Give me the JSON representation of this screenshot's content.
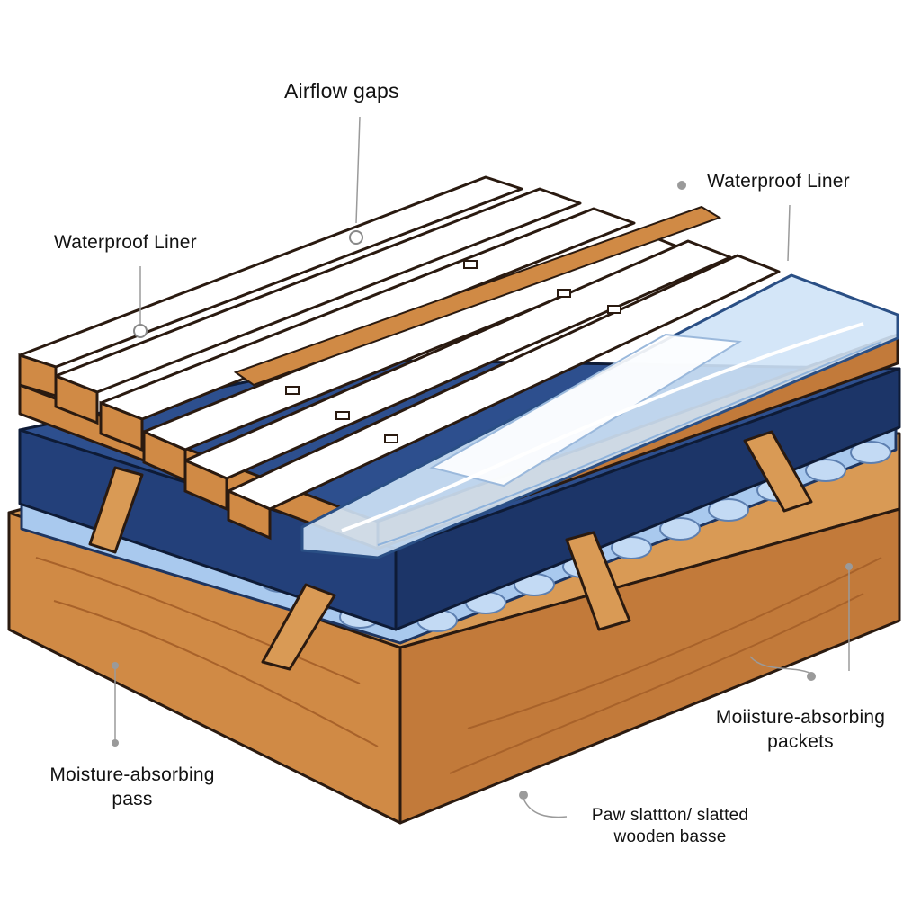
{
  "labels": {
    "airflow_gaps": "Airflow gaps",
    "waterproof_liner_right": "Waterproof Liner",
    "waterproof_liner_left": "Waterproof Liner",
    "moisture_packets": {
      "line1": "Moiisture-absorbing",
      "line2": "packets"
    },
    "moisture_pass": {
      "line1": "Moisture-absorbing",
      "line2": "pass"
    },
    "slatted_base": {
      "line1": "Paw slattton/ slatted",
      "line2": "wooden basse"
    }
  },
  "colors": {
    "wood": "#d08a45",
    "wood_dark": "#a8622a",
    "slat_top": "#ffffff",
    "mattress": "#23407a",
    "packets": "#a9c9ee",
    "liner": "#cfe3f7",
    "outline": "#2a1a10"
  }
}
